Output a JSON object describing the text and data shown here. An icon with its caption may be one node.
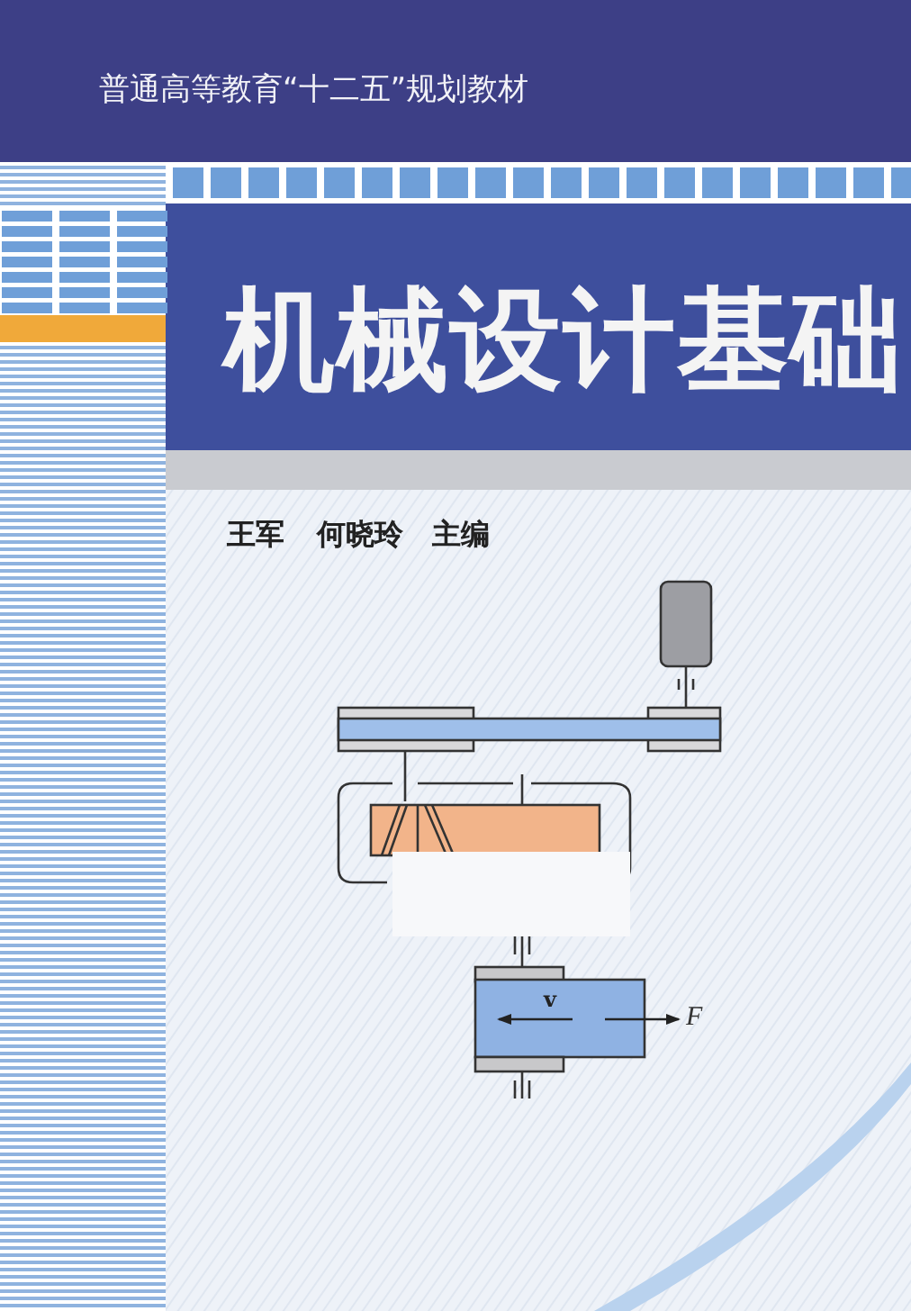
{
  "diagram": {
    "title": "机械设计基础",
    "labels": [
      "普通高等教育“十二五”规划教材",
      "王军",
      "何晓玲",
      "主编",
      "v",
      "F"
    ]
  }
}
